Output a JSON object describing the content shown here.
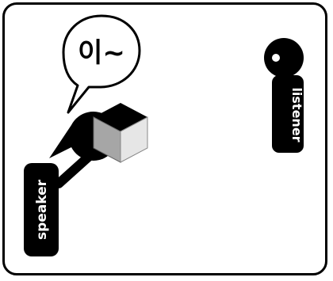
{
  "speech_bubble": {
    "text": "이~"
  },
  "speaker": {
    "label": "speaker"
  },
  "listener": {
    "label": "listener"
  },
  "colors": {
    "ink": "#000000",
    "paper": "#ffffff",
    "cube_top": "#000000",
    "cube_left": "#a6a6a6",
    "cube_right": "#e6e6e6"
  }
}
